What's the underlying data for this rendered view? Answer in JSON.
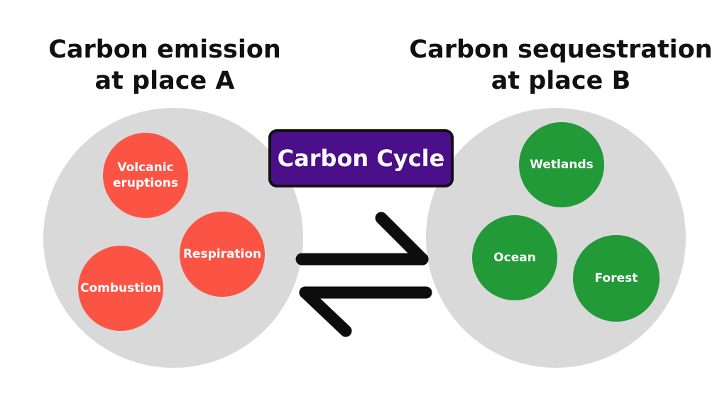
{
  "left_group": {
    "heading": [
      "Carbon emission",
      "at place A"
    ],
    "sources": [
      "Volcanic\neruptions",
      "Respiration",
      "Combustion"
    ],
    "color": "#fc5444"
  },
  "right_group": {
    "heading": [
      "Carbon sequestration",
      "at place B"
    ],
    "sinks": [
      "Wetlands",
      "Ocean",
      "Forest"
    ],
    "color": "#229a37"
  },
  "center": {
    "label": "Carbon Cycle",
    "color": "#4b0f8a",
    "arrow_icon": "equilibrium-arrows-icon"
  },
  "circle_color": "#d9d9d9"
}
